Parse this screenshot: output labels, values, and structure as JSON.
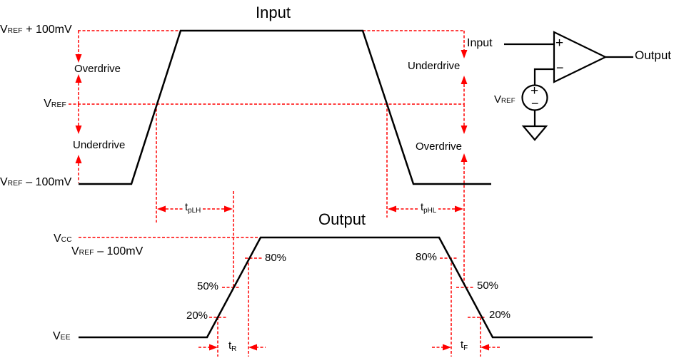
{
  "colors": {
    "annotation_red": "#ff0000",
    "waveform_black": "#000000"
  },
  "input_plot": {
    "title": "Input",
    "level_top": {
      "base": "V",
      "sub": "REF",
      "rest": " + 100mV"
    },
    "level_mid": {
      "base": "V",
      "sub": "REF"
    },
    "level_bottom": {
      "base": "V",
      "sub": "REF",
      "rest": " – 100mV"
    },
    "left_upper_label": "Overdrive",
    "left_lower_label": "Underdrive",
    "right_upper_label": "Underdrive",
    "right_lower_label": "Overdrive"
  },
  "output_plot": {
    "title": "Output",
    "level_vcc": {
      "base": "V",
      "sub": "CC"
    },
    "level_vref": {
      "base": "V",
      "sub": "REF",
      "rest": " – 100mV"
    },
    "level_vee": {
      "base": "V",
      "sub": "EE"
    },
    "pct80": "80%",
    "pct50": "50%",
    "pct20": "20%"
  },
  "timing": {
    "tplh": {
      "base": "t",
      "sub": "pLH"
    },
    "tphl": {
      "base": "t",
      "sub": "pHL"
    },
    "trise": {
      "base": "t",
      "sub": "R"
    },
    "tfall": {
      "base": "t",
      "sub": "F"
    }
  },
  "schematic": {
    "input_label": "Input",
    "output_label": "Output",
    "vref_label": {
      "base": "V",
      "sub": "REF"
    },
    "comparator_plus": "+",
    "comparator_minus": "−",
    "source_plus": "+",
    "source_minus": "−"
  }
}
